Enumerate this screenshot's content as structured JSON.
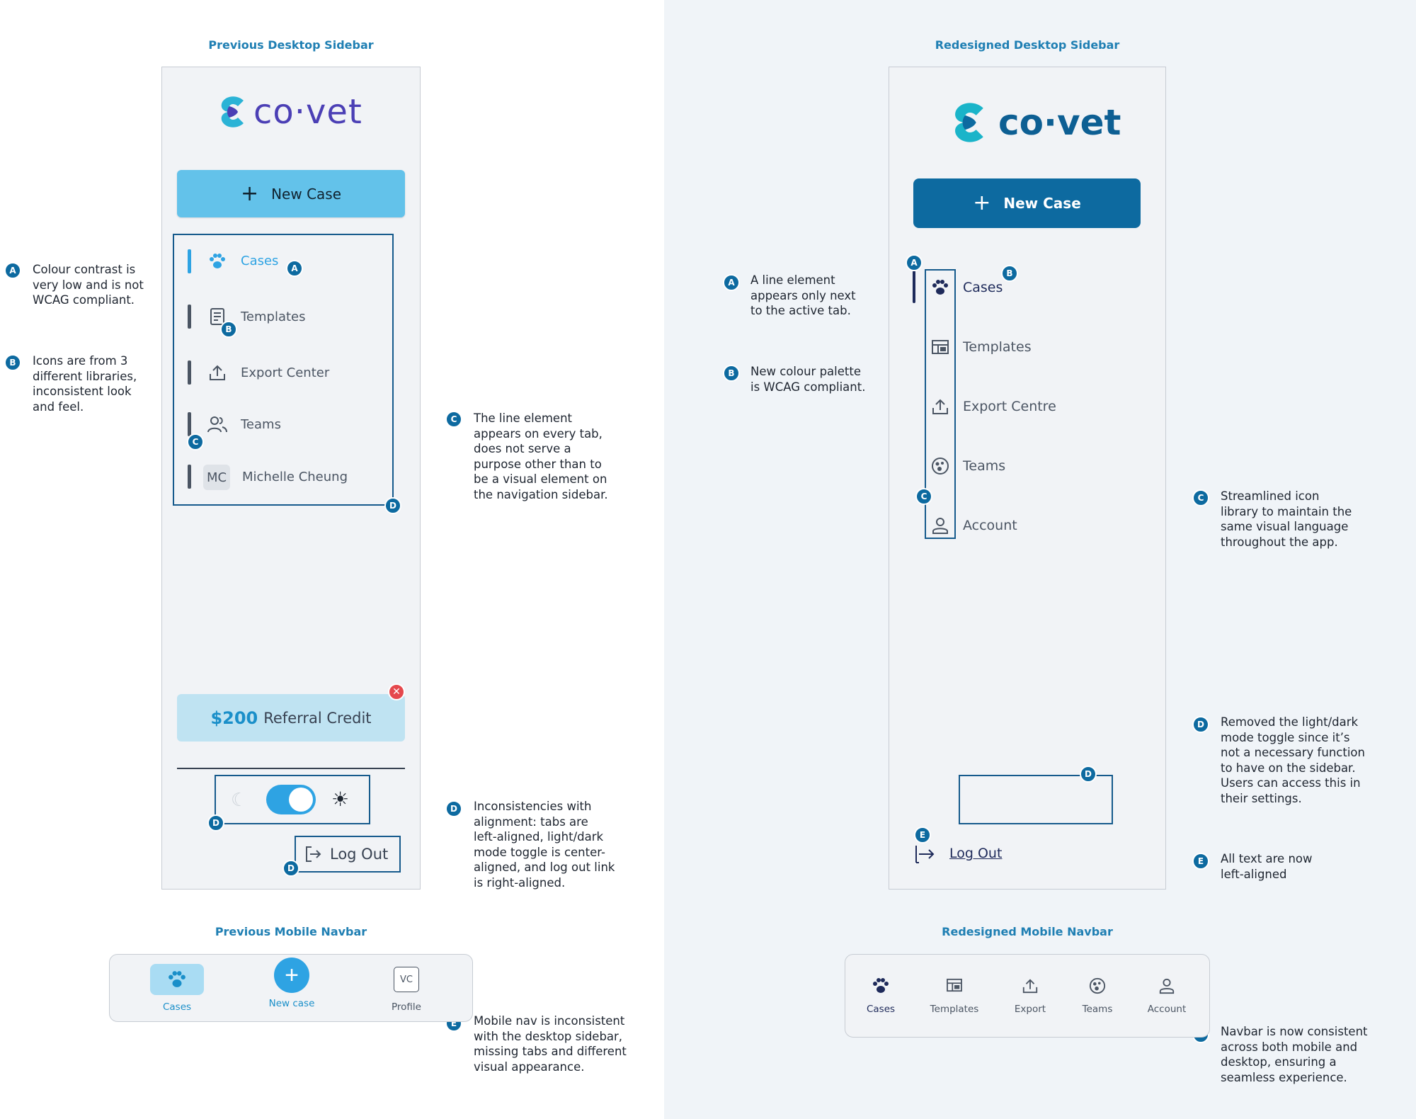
{
  "sections": {
    "prev_desktop": "Previous Desktop Sidebar",
    "new_desktop": "Redesigned Desktop Sidebar",
    "prev_mobile": "Previous Mobile Navbar",
    "new_mobile": "Redesigned Mobile Navbar"
  },
  "brand": {
    "name": "co·vet"
  },
  "old_sidebar": {
    "new_case": "New Case",
    "items": [
      "Cases",
      "Templates",
      "Export Center",
      "Teams",
      "Michelle Cheung"
    ],
    "avatar_initials": "MC",
    "referral_amount": "$200",
    "referral_label": "Referral Credit",
    "logout": "Log Out"
  },
  "new_sidebar": {
    "new_case": "New Case",
    "items": [
      "Cases",
      "Templates",
      "Export Centre",
      "Teams",
      "Account"
    ],
    "logout": "Log Out"
  },
  "old_mobile": {
    "items": [
      "Cases",
      "New case",
      "Profile"
    ],
    "profile_initials": "VC"
  },
  "new_mobile": {
    "items": [
      "Cases",
      "Templates",
      "Export",
      "Teams",
      "Account"
    ]
  },
  "badges": {
    "a": "A",
    "b": "B",
    "c": "C",
    "d": "D",
    "e": "E",
    "f": "F"
  },
  "notes": {
    "old_a": [
      "Colour contrast is",
      "very low and is not",
      "WCAG compliant."
    ],
    "old_b": [
      "Icons are from 3",
      "different libraries,",
      "inconsistent look",
      "and feel."
    ],
    "old_c": [
      "The line element",
      "appears on every tab,",
      "does not serve a",
      "purpose other than to",
      "be a visual element on",
      "the navigation sidebar."
    ],
    "old_d": [
      "Inconsistencies with",
      "alignment: tabs are",
      "left-aligned, light/dark",
      "mode toggle is center-",
      "aligned, and log out link",
      "is right-aligned."
    ],
    "old_e": [
      "Mobile nav is inconsistent",
      "with the desktop sidebar,",
      "missing tabs and different",
      "visual appearance."
    ],
    "new_a": [
      "A line element",
      "appears only next",
      "to the active tab."
    ],
    "new_b": [
      "New colour palette",
      "is WCAG compliant."
    ],
    "new_c": [
      "Streamlined icon",
      "library to maintain the",
      "same visual language",
      "throughout the app."
    ],
    "new_d": [
      "Removed the light/dark",
      "mode toggle since it’s",
      "not a necessary function",
      "to have on the sidebar.",
      "Users can access this in",
      "their settings."
    ],
    "new_e": [
      "All text are now",
      "left-aligned"
    ],
    "new_f": [
      "Navbar is now consistent",
      "across both mobile and",
      "desktop, ensuring a",
      "seamless experience."
    ]
  },
  "colors": {
    "badge": "#0d6aa0",
    "old_accent": "#63c2ea",
    "new_accent": "#0d6aa0",
    "annotation_box": "#165a8c"
  }
}
